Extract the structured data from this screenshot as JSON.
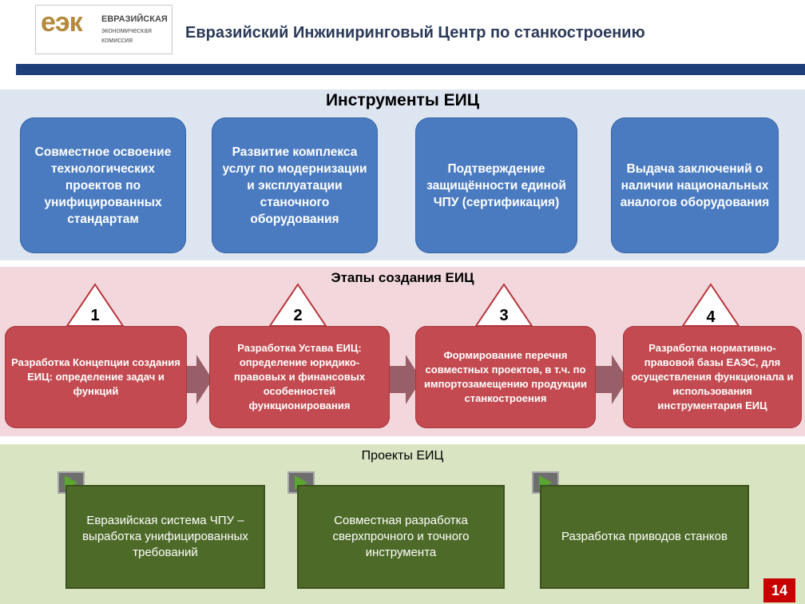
{
  "header": {
    "logo_mark": "еэк",
    "logo_line1": "ЕВРАЗИЙСКАЯ",
    "logo_line2": "экономическая",
    "logo_line3": "комиссия",
    "title": "Евразийский Инжиниринговый Центр по станкостроению"
  },
  "tools": {
    "title": "Инструменты ЕИЦ",
    "items": [
      "Совместное освоение технологических проектов по унифицированных стандартам",
      "Развитие комплекса услуг по модернизации и эксплуатации станочного оборудования",
      "Подтверждение защищённости единой ЧПУ (сертификация)",
      "Выдача заключений о наличии национальных аналогов оборудования"
    ]
  },
  "stages": {
    "title": "Этапы создания ЕИЦ",
    "items": [
      {
        "num": "1",
        "text": "Разработка Концепции создания ЕИЦ: определение задач и функций"
      },
      {
        "num": "2",
        "text": "Разработка Устава ЕИЦ: определение юридико-правовых и финансовых особенностей функционирования"
      },
      {
        "num": "3",
        "text": "Формирование перечня совместных проектов, в т.ч. по импортозамещению продукции станкостроения"
      },
      {
        "num": "4",
        "text": "Разработка нормативно-правовой базы ЕАЭС, для осуществления функционала и использования инструментария ЕИЦ"
      }
    ]
  },
  "projects": {
    "title": "Проекты ЕИЦ",
    "items": [
      "Евразийская система ЧПУ – выработка унифицированных требований",
      "Совместная разработка сверхпрочного и точного инструмента",
      "Разработка приводов станков"
    ]
  },
  "page_number": "14",
  "colors": {
    "header_bar": "#1f3f7a",
    "tool_pill": "#4a7bc0",
    "stage_card": "#c24a50",
    "project_box": "#4e6a28",
    "page_badge": "#c80000"
  }
}
